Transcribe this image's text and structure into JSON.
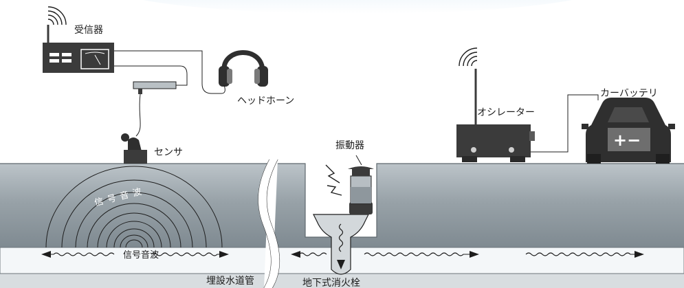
{
  "labels": {
    "receiver": "受信器",
    "headphones": "ヘッドホーン",
    "sensor": "センサ",
    "signal_wave_arc": "信号音波",
    "signal_wave_pipe": "信号音波",
    "oscillator": "オシレーター",
    "car_battery": "カーバッテリ",
    "vibrator": "振動器",
    "water_pipe": "埋設水道管",
    "fire_hydrant": "地下式消火栓",
    "battery_symbol": "+−"
  },
  "colors": {
    "ground_surface": "#b9c1c6",
    "ground_body": "#8f999f",
    "pipe": "#f3f6f8",
    "device": "#3c3c3c",
    "line": "#1d1d1d",
    "sky": "#e9f3fa"
  }
}
